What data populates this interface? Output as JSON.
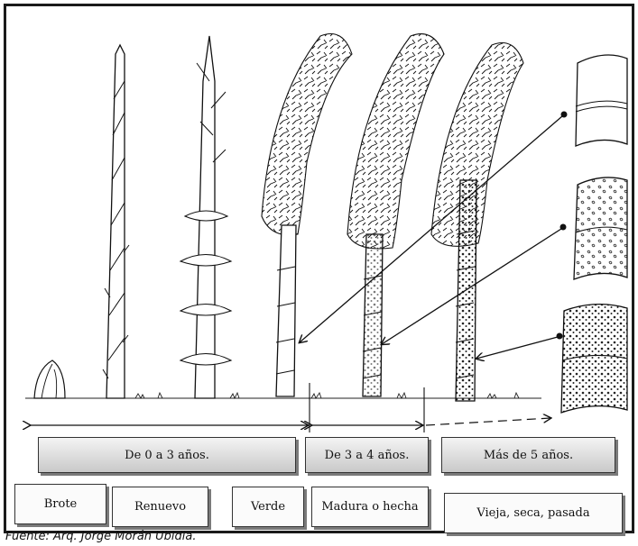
{
  "age_ranges": [
    {
      "label": "De 0 a 3 años."
    },
    {
      "label": "De 3 a 4 años."
    },
    {
      "label": "Más de 5 años."
    }
  ],
  "stages": [
    {
      "label": "Brote"
    },
    {
      "label": "Renuevo"
    },
    {
      "label": "Verde"
    },
    {
      "label": "Madura o hecha"
    },
    {
      "label": "Vieja, seca, pasada"
    }
  ],
  "source": "Fuente: Arq. Jorge Morán Ubidia."
}
